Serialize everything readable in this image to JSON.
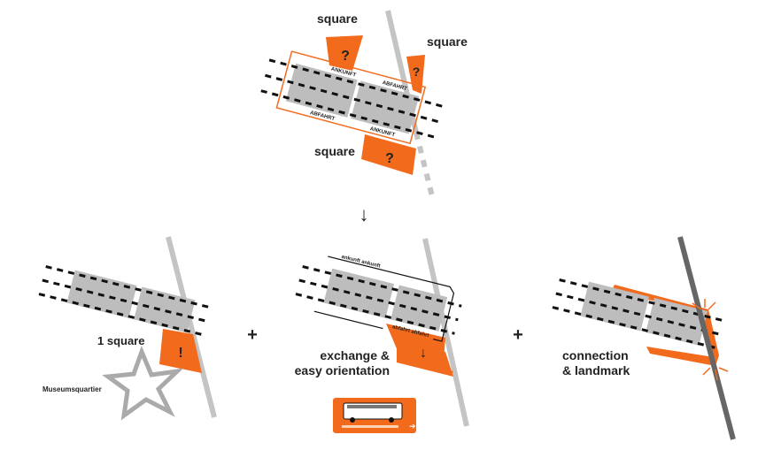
{
  "top": {
    "label_square_left": "square",
    "label_square_right": "square",
    "label_square_bottom": "square",
    "question_mark": "?",
    "platform_labels": [
      "ANKUNFT",
      "ABFAHRT",
      "ABFAHRT",
      "ANKUNFT"
    ]
  },
  "arrow": "↓",
  "panels": [
    {
      "label": "1 square",
      "mark": "!",
      "place_label": "Museumsquartier"
    },
    {
      "label_line1": "exchange &",
      "label_line2": "easy orientation",
      "platform_top": "ankunft ankunft",
      "platform_bottom": "abfahrt abfahrt",
      "mark": "↓"
    },
    {
      "label_line1": "connection",
      "label_line2": "& landmark"
    }
  ],
  "plus": "+",
  "colors": {
    "accent": "#f26b1d",
    "platform": "#bdbdbd",
    "line": "#c4c4c4",
    "line_dark": "#666666"
  }
}
